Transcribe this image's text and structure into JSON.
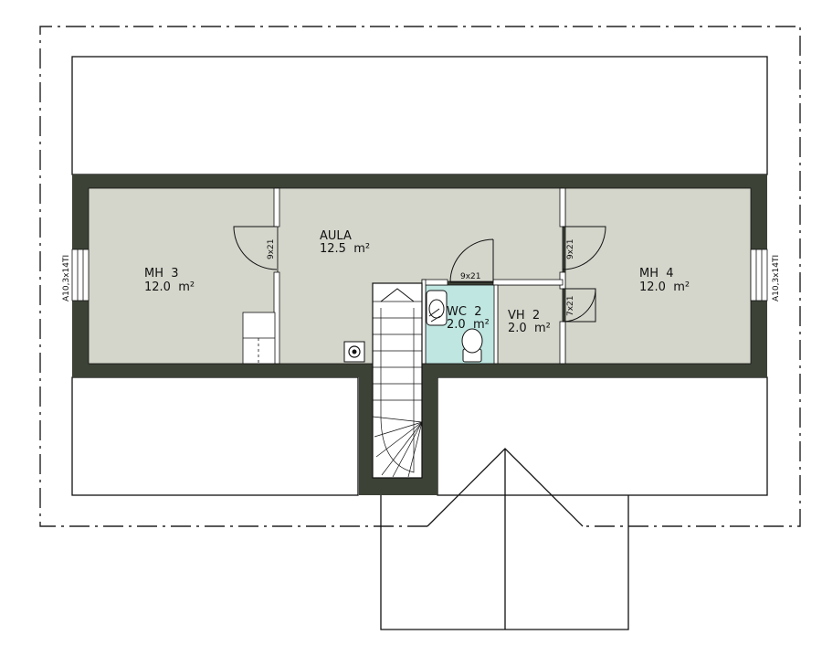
{
  "rooms": {
    "mh3": {
      "name": "MH  3",
      "area": "12.0  m²"
    },
    "aula": {
      "name": "AULA",
      "area": "12.5  m²"
    },
    "wc2": {
      "name": "WC  2",
      "area": "2.0  m²"
    },
    "vh2": {
      "name": "VH  2",
      "area": "2.0  m²"
    },
    "mh4": {
      "name": "MH  4",
      "area": "12.0  m²"
    }
  },
  "doors": {
    "mh3": "9x21",
    "wc2": "9x21",
    "mh4": "9x21",
    "vh2": "7x21"
  },
  "windows": {
    "left": "A10,3x14TI",
    "right": "A10,3x14TI"
  },
  "colors": {
    "wall": "#3c4236",
    "floor": "#d4d6cb",
    "wet_room": "#bfe6e1",
    "line": "#111111"
  }
}
